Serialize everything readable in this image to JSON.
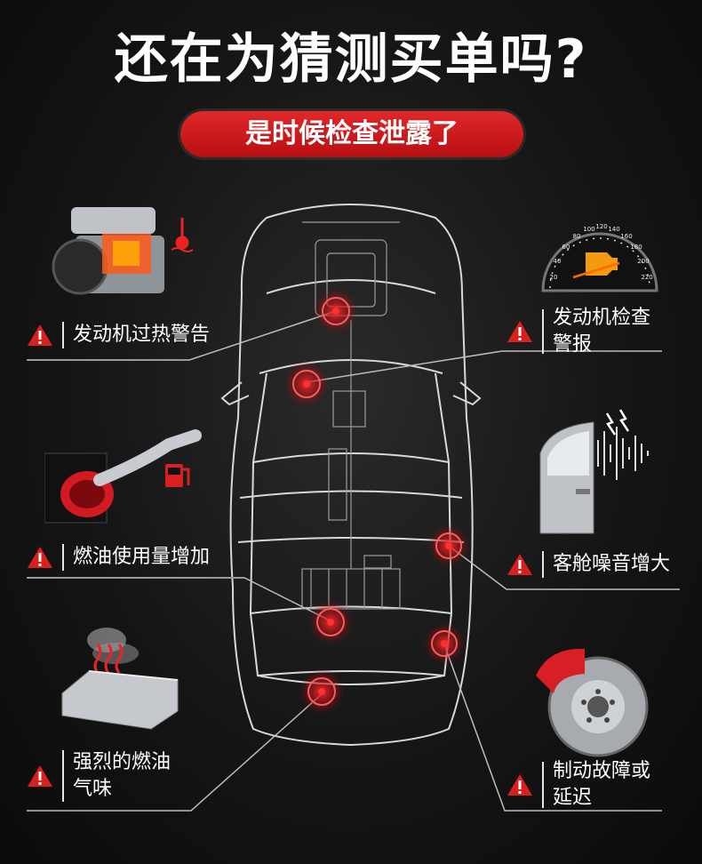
{
  "header": {
    "title": "还在为猜测买单吗?",
    "subtitle": "是时候检查泄露了"
  },
  "colors": {
    "accent": "#c8161a",
    "warning": "#d9201f",
    "background": "#121212"
  },
  "symptoms": [
    {
      "id": "engine-overheat",
      "label_lines": [
        "发动机过热警告"
      ],
      "icon": "overheating-engine-icon"
    },
    {
      "id": "engine-check",
      "label_lines": [
        "发动机检查",
        "警报"
      ],
      "icon": "check-engine-gauge-icon"
    },
    {
      "id": "fuel-usage",
      "label_lines": [
        "燃油使用量增加"
      ],
      "icon": "air-intake-fuel-icon"
    },
    {
      "id": "cabin-noise",
      "label_lines": [
        "客舱噪音增大"
      ],
      "icon": "car-door-noise-icon"
    },
    {
      "id": "fuel-smell",
      "label_lines": [
        "强烈的燃油",
        "气味"
      ],
      "icon": "fuel-tank-smell-icon"
    },
    {
      "id": "brake-fault",
      "label_lines": [
        "制动故障或",
        "延迟"
      ],
      "icon": "brake-caliper-icon"
    }
  ],
  "gauge": {
    "ticks": [
      "20",
      "40",
      "60",
      "80",
      "100",
      "120",
      "140",
      "160",
      "180",
      "200",
      "220"
    ]
  }
}
